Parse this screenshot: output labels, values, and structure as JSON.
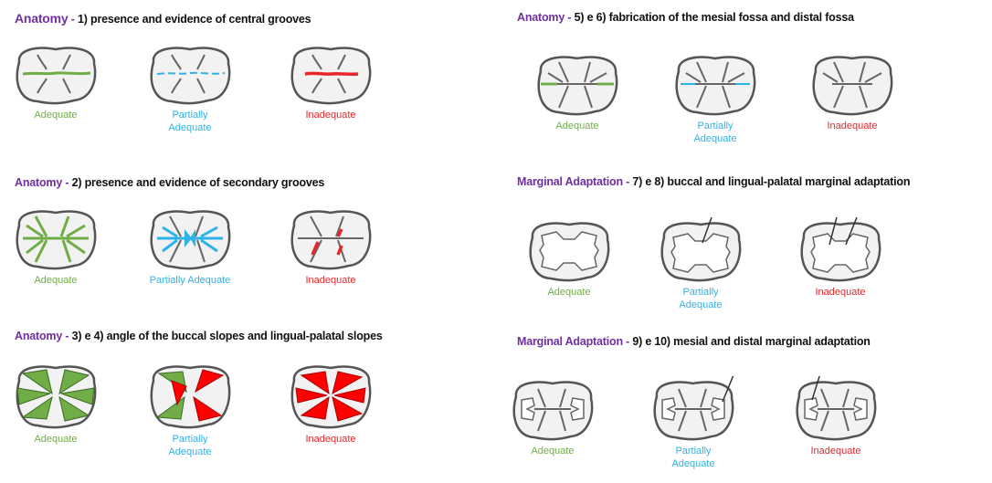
{
  "colors": {
    "category": "#7030a0",
    "adequate": "#70ad47",
    "partial": "#2fb2e8",
    "inadequate": "#e8262a",
    "fill_green": "#70ad47",
    "fill_red": "#ff0000"
  },
  "sections": [
    {
      "category": "Anatomy",
      "separator": " - ",
      "description": "1) presence and evidence of central grooves",
      "labels": [
        "Adequate",
        "Partially Adequate",
        "Inadequate"
      ]
    },
    {
      "category": "Anatomy",
      "separator": " - ",
      "description": "2) presence and evidence of secondary grooves",
      "labels": [
        "Adequate",
        "Partially Adequate",
        "Inadequate"
      ]
    },
    {
      "category": "Anatomy",
      "separator": " - ",
      "description": "3) e 4) angle of the buccal slopes and lingual-palatal slopes",
      "labels": [
        "Adequate",
        "Partially Adequate",
        "Inadequate"
      ]
    },
    {
      "category": "Anatomy",
      "separator": " - ",
      "description": "5) e 6) fabrication of the mesial fossa and distal fossa",
      "labels": [
        "Adequate",
        "Partially Adequate",
        "Inadequate"
      ]
    },
    {
      "category": "Marginal Adaptation",
      "separator": " - ",
      "description": "7) e 8) buccal and lingual-palatal marginal adaptation",
      "labels": [
        "Adequate",
        "Partially Adequate",
        "Inadequate"
      ]
    },
    {
      "category": "Marginal Adaptation",
      "separator": " - ",
      "description": "9) e 10) mesial and distal marginal adaptation",
      "labels": [
        "Adequate",
        "Partially Adequate",
        "Inadequate"
      ]
    }
  ]
}
